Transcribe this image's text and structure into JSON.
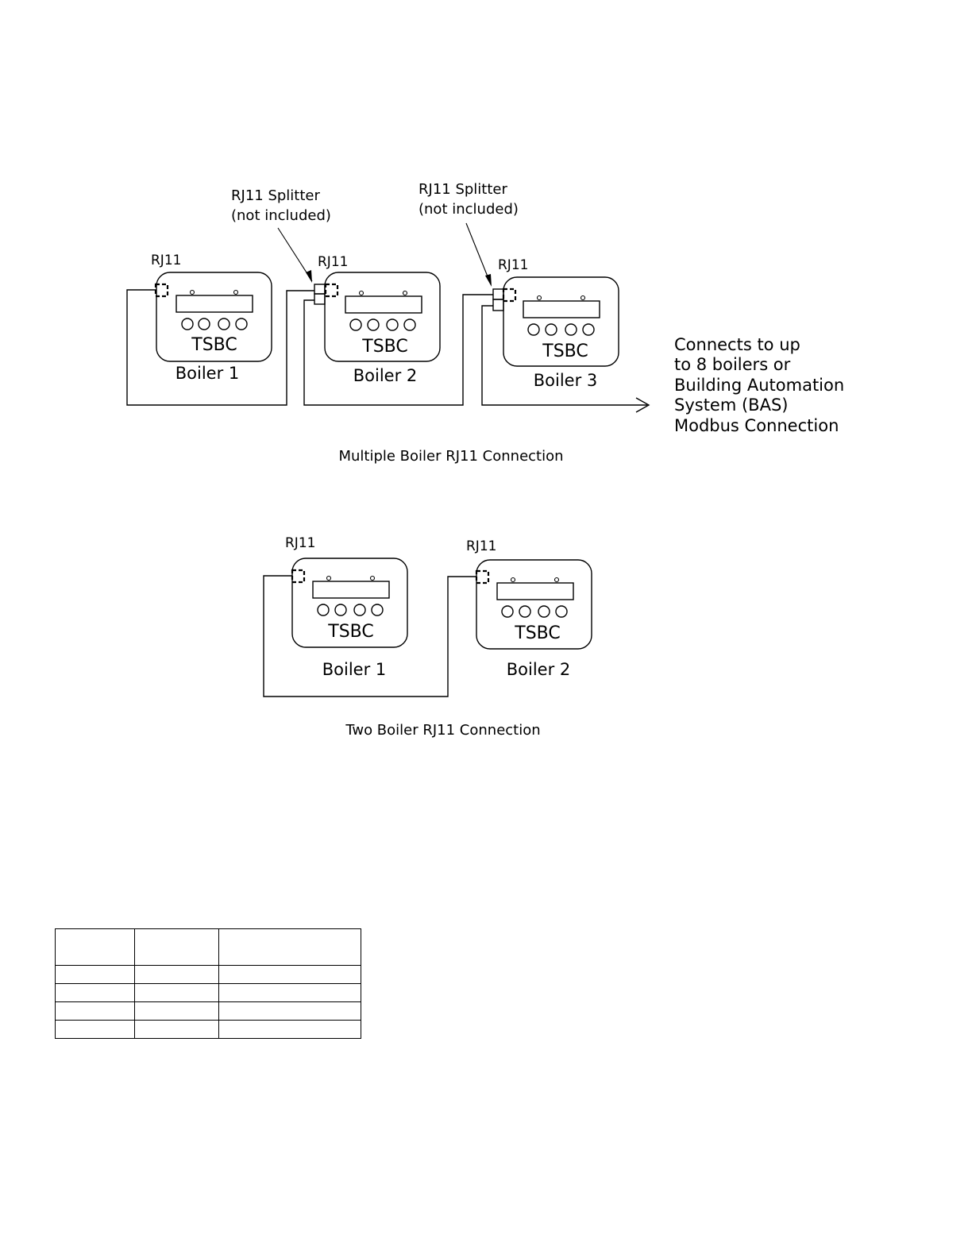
{
  "diagram1": {
    "splitter_label_1": "RJ11 Splitter",
    "splitter_sub_1": "(not included)",
    "splitter_label_2": "RJ11 Splitter",
    "splitter_sub_2": "(not included)",
    "rj11_1": "RJ11",
    "rj11_2": "RJ11",
    "rj11_3": "RJ11",
    "controller_1": "TSBC",
    "controller_2": "TSBC",
    "controller_3": "TSBC",
    "boiler_1": "Boiler 1",
    "boiler_2": "Boiler 2",
    "boiler_3": "Boiler 3",
    "note_lines": [
      "Connects to up",
      "to 8 boilers or",
      "Building Automation",
      "System (BAS)",
      "Modbus Connection"
    ],
    "caption": "Multiple Boiler RJ11 Connection"
  },
  "diagram2": {
    "rj11_1": "RJ11",
    "rj11_2": "RJ11",
    "controller_1": "TSBC",
    "controller_2": "TSBC",
    "boiler_1": "Boiler 1",
    "boiler_2": "Boiler 2",
    "caption": "Two Boiler RJ11 Connection"
  },
  "table": {
    "columns": 3,
    "rows": 5,
    "cells_text": "empty"
  }
}
